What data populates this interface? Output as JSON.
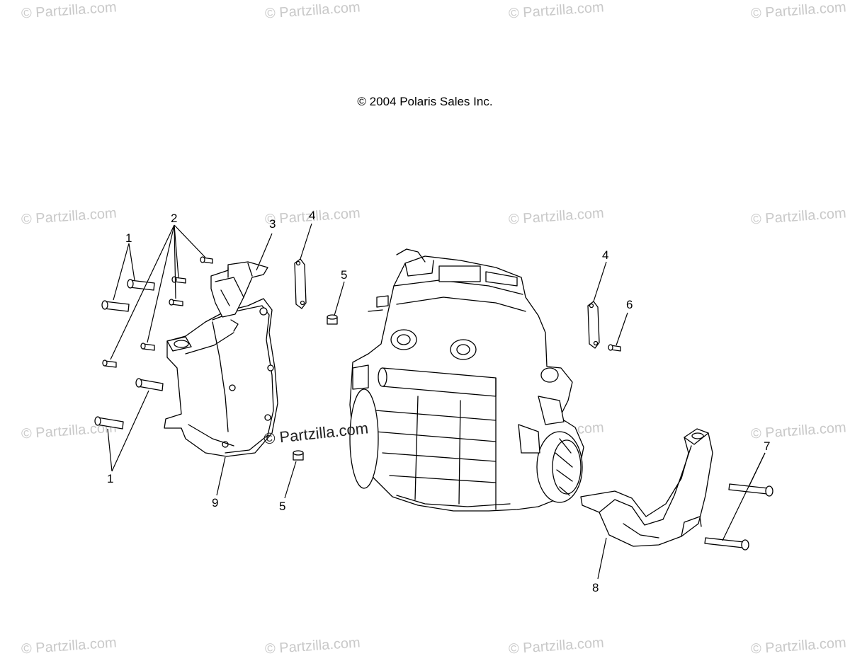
{
  "watermark_text": "© Partzilla.com",
  "copyright": "© 2004 Polaris Sales Inc.",
  "callouts": {
    "bolt_1_top": "1",
    "bolt_1_bottom": "1",
    "bolt_2": "2",
    "bracket_3": "3",
    "strap_4_left": "4",
    "strap_4_right": "4",
    "bushing_5_top": "5",
    "bushing_5_bottom": "5",
    "screw_6": "6",
    "bolt_7": "7",
    "mount_8": "8",
    "cover_9": "9"
  },
  "icons": {
    "engine": "engine-assembly-icon"
  }
}
